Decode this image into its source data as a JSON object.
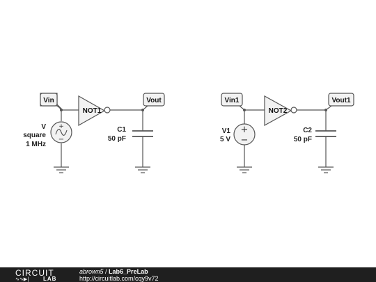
{
  "circuit_left": {
    "input_label": "Vin",
    "output_label": "Vout",
    "gate_label": "NOT1",
    "source": {
      "name": "V",
      "type": "square",
      "freq": "1 MHz"
    },
    "cap": {
      "name": "C1",
      "value": "50 pF"
    }
  },
  "circuit_right": {
    "input_label": "Vin1",
    "output_label": "Vout1",
    "gate_label": "NOT2",
    "source": {
      "name": "V1",
      "voltage": "5 V"
    },
    "cap": {
      "name": "C2",
      "value": "50 pF"
    }
  },
  "footer": {
    "logo_top": "CIRCUIT",
    "logo_bottom": "LAB",
    "author": "abrown5",
    "separator": " / ",
    "project": "Lab6_PreLab",
    "url": "http://circuitlab.com/cqy9v72"
  }
}
